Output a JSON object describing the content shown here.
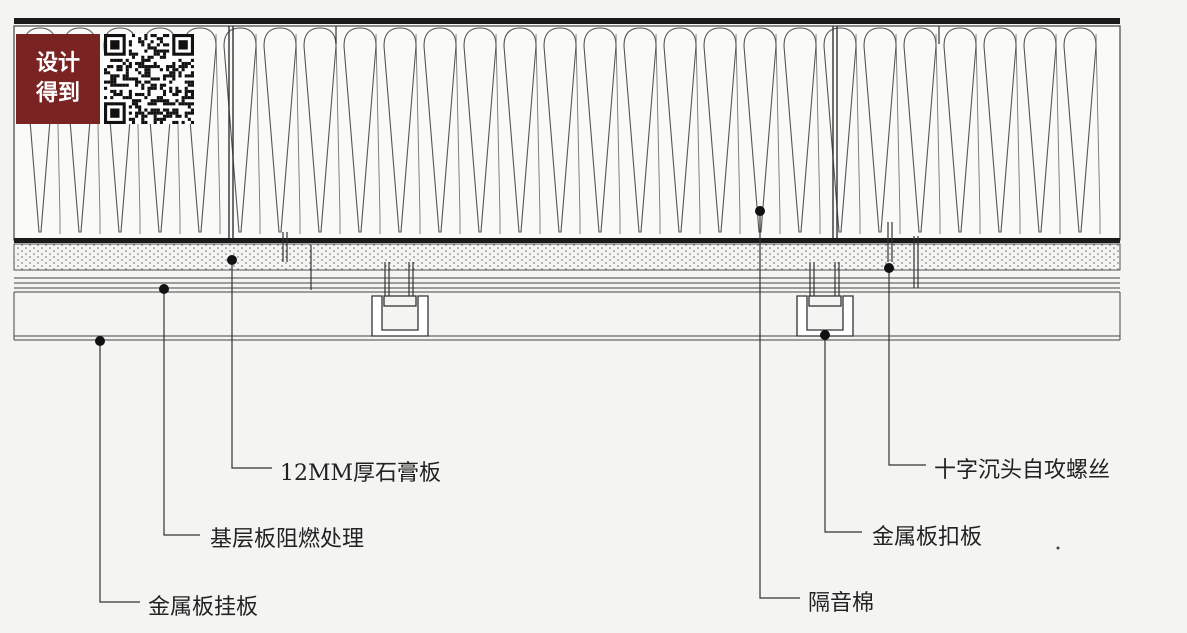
{
  "logo": {
    "line1": "设计",
    "line2": "得到"
  },
  "labels": {
    "gypsum": "12MM厚石膏板",
    "base_board": "基层板阻燃处理",
    "metal_hang": "金属板挂板",
    "screw": "十字沉头自攻螺丝",
    "metal_clip": "金属板扣板",
    "insulation": "隔音棉"
  },
  "colors": {
    "line": "#1a1a1a",
    "logo_bg": "#7a2323",
    "dots": "#6a6a6a"
  }
}
